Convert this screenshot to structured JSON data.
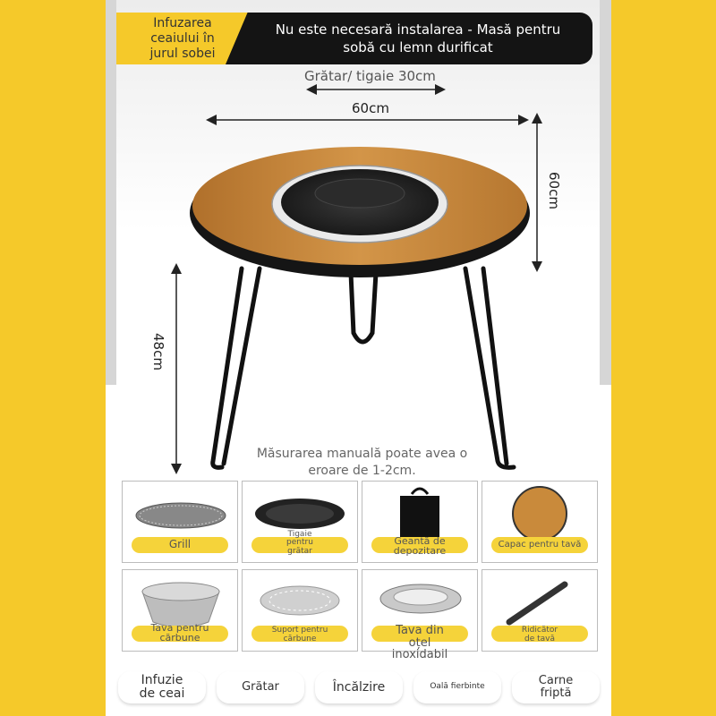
{
  "header": {
    "tag_left": "Infuzarea\nceaiului în\njurul sobei",
    "tag_right": "Nu este necesară instalarea - Masă pentru\nsobă cu lemn durificat"
  },
  "dimensions": {
    "grill_label": "Grătar/ tigaie 30cm",
    "width_label": "60cm",
    "depth_label": "60cm",
    "height_label": "48cm",
    "note": "Măsurarea manuală poate avea o eroare de 1-2cm."
  },
  "accessories": [
    {
      "label": "Grill",
      "icon": "grill-mesh-icon"
    },
    {
      "label": "Tigaie\npentru\ngrătar",
      "icon": "grill-pan-icon"
    },
    {
      "label": "Geantă de\ndepozitare",
      "icon": "storage-bag-icon"
    },
    {
      "label": "Capac pentru tavă",
      "icon": "wood-lid-icon"
    },
    {
      "label": "Tava pentru\ncărbune",
      "icon": "charcoal-tray-icon"
    },
    {
      "label": "Suport pentru\ncărbune",
      "icon": "charcoal-rack-icon"
    },
    {
      "label": "Tava din\noțel\ninoxidabil",
      "icon": "steel-tray-icon"
    },
    {
      "label": "Ridicător\nde tavă",
      "icon": "tray-lifter-icon"
    }
  ],
  "uses": [
    {
      "label": "Infuzie\nde ceai"
    },
    {
      "label": "Grătar"
    },
    {
      "label": "Încălzire"
    },
    {
      "label": "Oală fierbinte"
    },
    {
      "label": "Carne\nfriptă"
    }
  ],
  "colors": {
    "background": "#f5c92a",
    "wood": "#c98a3b",
    "frame": "#1a1a1a"
  }
}
